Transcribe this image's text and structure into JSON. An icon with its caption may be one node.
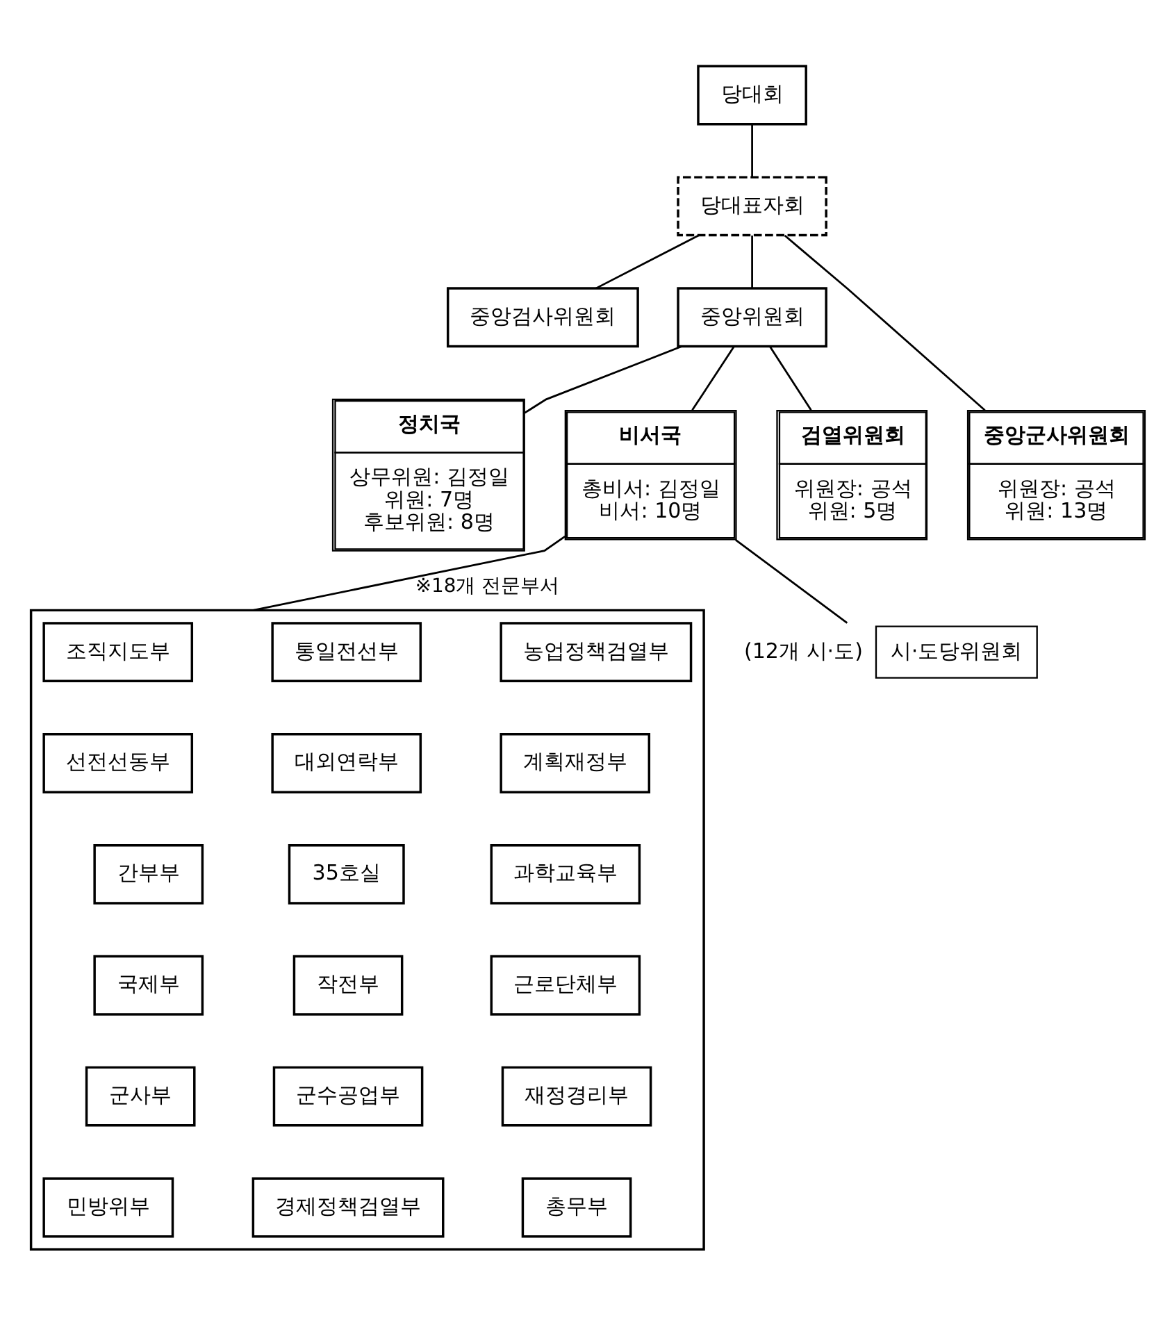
{
  "diagram": {
    "nodes": [
      {
        "text": [
          "당대회"
        ]
      },
      {
        "text": [
          "당대표자회"
        ]
      },
      {
        "text": [
          "중앙검사위원회"
        ]
      },
      {
        "text": [
          "중앙위원회"
        ]
      },
      {
        "text": [
          "정치국",
          "상무위원: 김정일",
          "위원: 7명",
          "후보위원: 8명"
        ]
      },
      {
        "text": [
          "비서국",
          "총비서: 김정일",
          "비서: 10명"
        ]
      },
      {
        "text": [
          "검열위원회",
          "위원장: 공석",
          "위원: 5명"
        ]
      },
      {
        "text": [
          "중앙군사위원회",
          "위원장: 공석",
          "위원: 13명"
        ]
      },
      {
        "text": [],
        "shape": "box"
      },
      {
        "text": [
          "조직지도부"
        ],
        "in": 8
      },
      {
        "text": [
          "통일전선부"
        ],
        "in": 8
      },
      {
        "text": [
          "농업정책검열부"
        ],
        "in": 8
      },
      {
        "text": [
          "선전선동부"
        ],
        "in": 8
      },
      {
        "text": [
          "대외연락부"
        ],
        "in": 8
      },
      {
        "text": [
          "계획재정부"
        ],
        "in": 8
      },
      {
        "text": [
          "간부부"
        ],
        "in": 8
      },
      {
        "text": [
          "35호실"
        ],
        "in": 8
      },
      {
        "text": [
          "과학교육부"
        ],
        "in": 8
      },
      {
        "text": [
          "국제부"
        ],
        "in": 8
      },
      {
        "text": [
          "작전부"
        ],
        "in": 8
      },
      {
        "text": [
          "근로단체부"
        ],
        "in": 8
      },
      {
        "text": [
          "군사부"
        ],
        "in": 8
      },
      {
        "text": [
          "군수공업부"
        ],
        "in": 8
      },
      {
        "text": [
          "재정경리부"
        ],
        "in": 8
      },
      {
        "text": [
          "민방위부"
        ],
        "in": 8
      },
      {
        "text": [
          "경제정책검열부"
        ],
        "in": 8
      },
      {
        "text": [
          "총무부"
        ],
        "in": 8
      },
      {
        "text": [
          "시·도당위원회"
        ],
        "beside": [
          "(12개 시·도)"
        ]
      }
    ],
    "edges": [
      {
        "from": 0,
        "to": 1,
        "arrow": "none"
      },
      {
        "from": 1,
        "to": 2,
        "arrow": "none"
      },
      {
        "from": 1,
        "to": 3,
        "arrow": "none"
      },
      {
        "from": 1,
        "to": 7,
        "arrow": "none"
      },
      {
        "from": 3,
        "to": 4,
        "arrow": "none"
      },
      {
        "from": 3,
        "to": 5,
        "arrow": "none"
      },
      {
        "from": 3,
        "to": 6,
        "arrow": "none"
      },
      {
        "from": 5,
        "to": 8,
        "arrow": "none",
        "label": "※18개 전문부서"
      },
      {
        "from": 5,
        "to": 27,
        "arrow": "none"
      }
    ]
  }
}
